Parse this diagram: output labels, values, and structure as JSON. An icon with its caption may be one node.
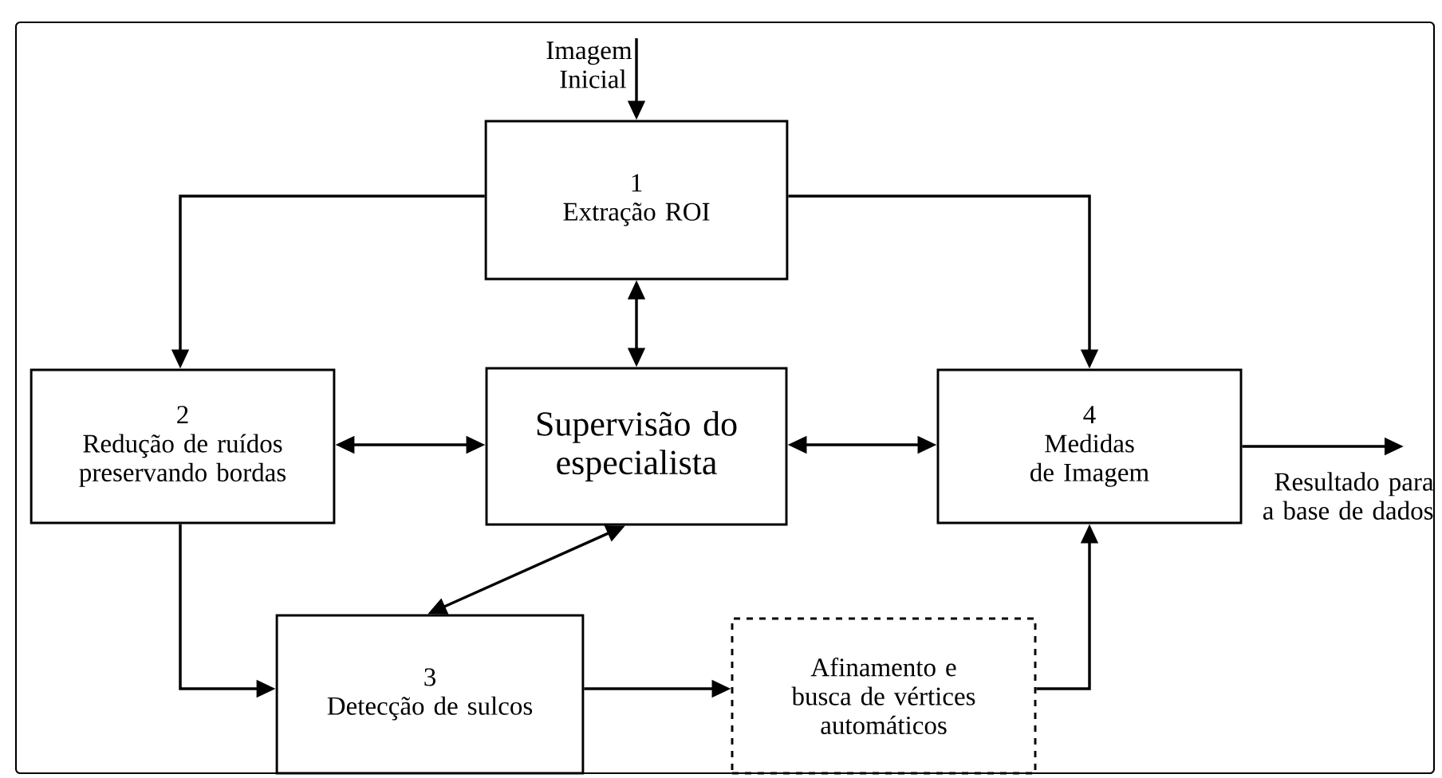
{
  "diagram": {
    "nodes": [
      {
        "text": [
          "Imagem Inicial"
        ]
      },
      {
        "text": [
          "1",
          "Extração ROI"
        ]
      },
      {
        "text": [
          "2",
          "Redução de ruídos preservando bordas"
        ]
      },
      {
        "text": [
          "Supervisão do especialista"
        ]
      },
      {
        "text": [
          "4",
          "Medidas de Imagem"
        ]
      },
      {
        "text": [
          "3",
          "Detecção de sulcos"
        ]
      },
      {
        "text": [
          "Afinamento e busca de vértices automáticos"
        ]
      }
    ],
    "edges": [
      {
        "from": 0,
        "to": 1,
        "arrow": "to"
      },
      {
        "from": 1,
        "to": 2,
        "arrow": "to"
      },
      {
        "from": 1,
        "to": 3,
        "arrow": "both"
      },
      {
        "from": 1,
        "to": 4,
        "arrow": "to"
      },
      {
        "from": 2,
        "to": 3,
        "arrow": "both"
      },
      {
        "from": 3,
        "to": 4,
        "arrow": "both"
      },
      {
        "from": 3,
        "to": 5,
        "arrow": "both"
      },
      {
        "from": 2,
        "to": 5,
        "arrow": "to"
      },
      {
        "from": 5,
        "to": 6,
        "arrow": "to"
      },
      {
        "from": 6,
        "to": 4,
        "arrow": "to"
      },
      {
        "from": 4,
        "to": null,
        "arrow": "to",
        "label": "Resultado para a base de dados"
      }
    ]
  }
}
